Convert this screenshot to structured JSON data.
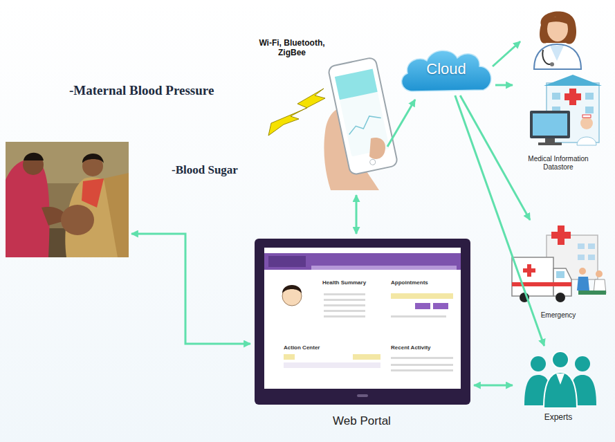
{
  "diagram": {
    "nodes": [
      {
        "text": [
          "Cloud"
        ]
      },
      {
        "text": [
          "Medical Information Datastore"
        ]
      },
      {
        "text": [
          "Emergency"
        ]
      },
      {
        "text": [
          "Web Portal"
        ]
      },
      {
        "text": [
          "Experts"
        ]
      }
    ],
    "edges": [
      {
        "from": 0,
        "to": 1,
        "arrow": "to"
      },
      {
        "from": 0,
        "to": 2,
        "arrow": "to"
      },
      {
        "from": 0,
        "to": 4,
        "arrow": "to"
      },
      {
        "from": 3,
        "to": 4,
        "arrow": "both"
      }
    ],
    "labels": [
      "-Maternal Blood Pressure",
      "Wi-Fi, Bluetooth, ZigBee",
      "-Blood Sugar",
      "Health Summary",
      "Appointments",
      "Action Center",
      "Recent Activity"
    ]
  }
}
